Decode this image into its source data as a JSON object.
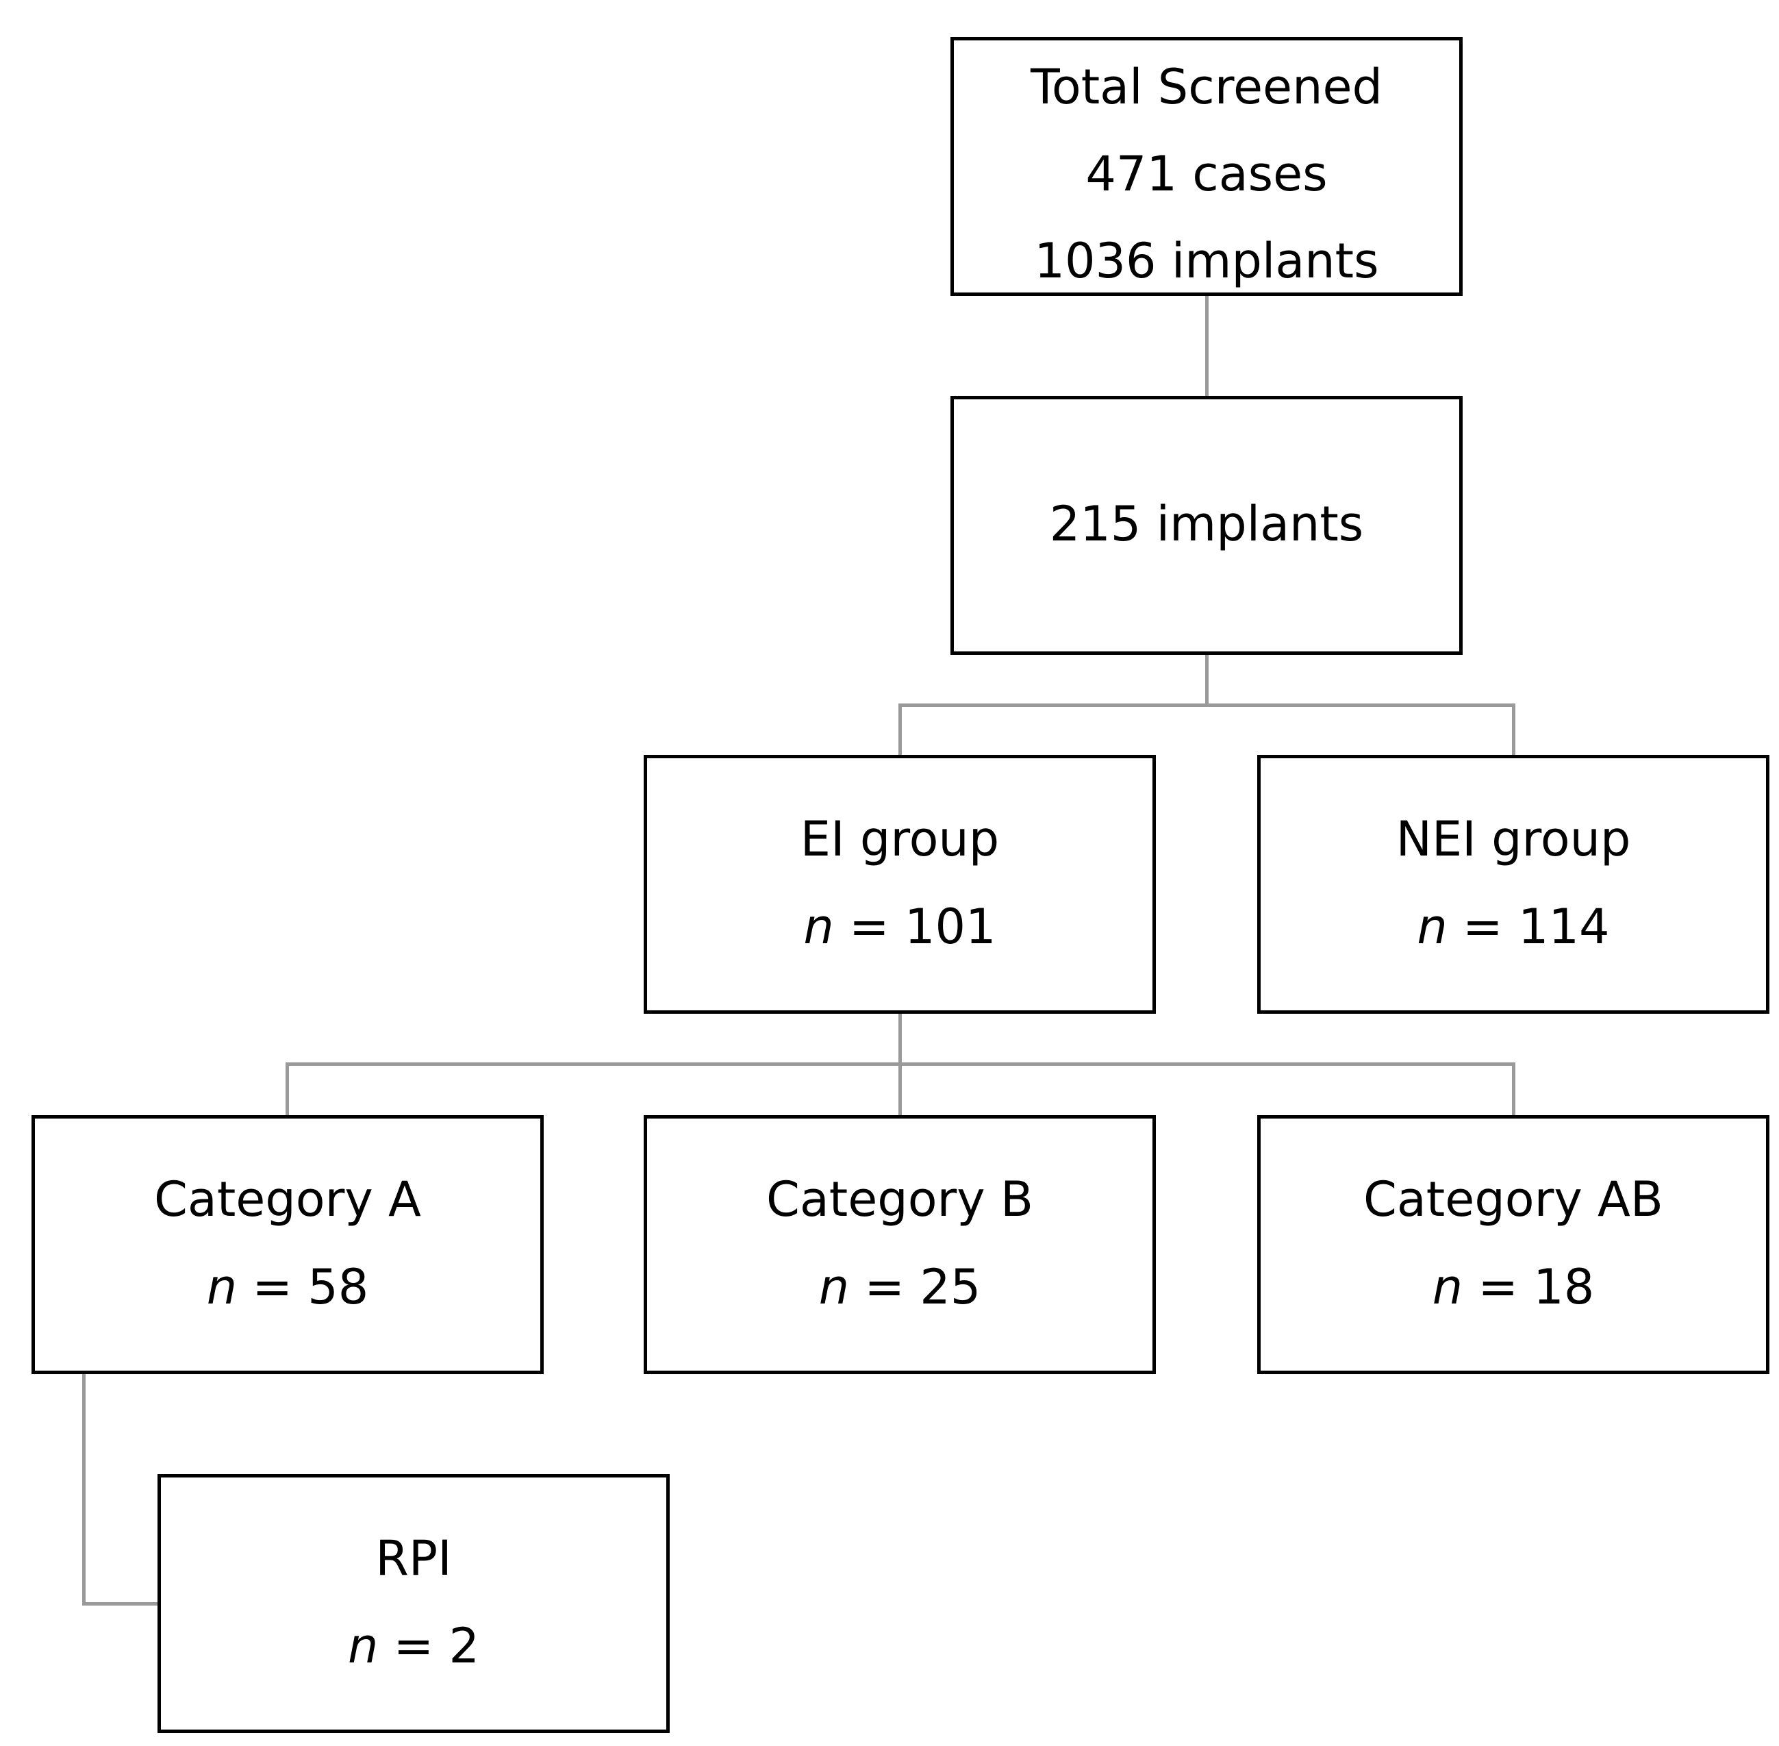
{
  "diagram": {
    "total_screened": {
      "title": "Total Screened",
      "cases": "471 cases",
      "implants": "1036 implants"
    },
    "included": {
      "label": "215 implants"
    },
    "ei_group": {
      "label": "EI group",
      "n_symbol": "n",
      "n_value": " = 101"
    },
    "nei_group": {
      "label": "NEI group",
      "n_symbol": "n",
      "n_value": " = 114"
    },
    "category_a": {
      "label": "Category A",
      "n_symbol": "n",
      "n_value": " = 58"
    },
    "category_b": {
      "label": "Category B",
      "n_symbol": "n",
      "n_value": " = 25"
    },
    "category_ab": {
      "label": "Category AB",
      "n_symbol": "n",
      "n_value": " = 18"
    },
    "rpi": {
      "label": "RPI",
      "n_symbol": "n",
      "n_value": " = 2"
    }
  },
  "colors": {
    "box_border": "#000000",
    "connector": "#9a9a9a",
    "background": "#ffffff"
  }
}
